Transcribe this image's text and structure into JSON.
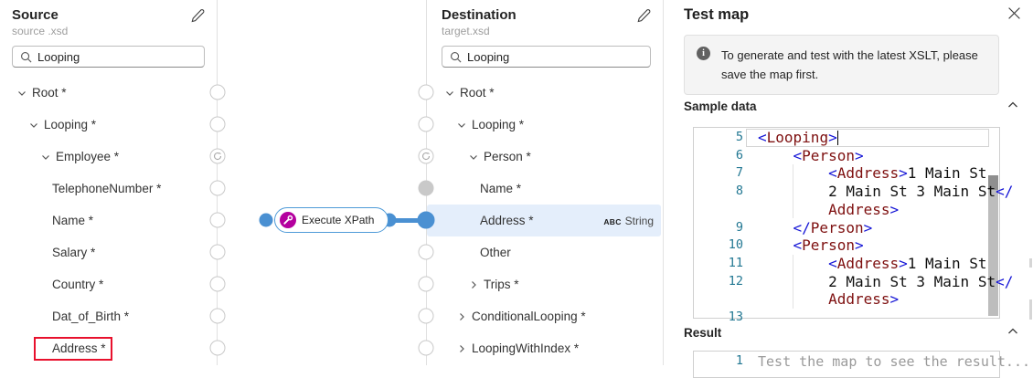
{
  "source_panel": {
    "title": "Source",
    "subtitle": "source .xsd",
    "search_value": "Looping",
    "tree": [
      {
        "label": "Root *",
        "depth": 0,
        "chevron": "down",
        "handle": "empty"
      },
      {
        "label": "Looping *",
        "depth": 1,
        "chevron": "down",
        "handle": "empty"
      },
      {
        "label": "Employee *",
        "depth": 2,
        "chevron": "down",
        "handle": "loop"
      },
      {
        "label": "TelephoneNumber *",
        "depth": 3,
        "chevron": "none",
        "handle": "empty"
      },
      {
        "label": "Name *",
        "depth": 3,
        "chevron": "none",
        "handle": "empty"
      },
      {
        "label": "Salary *",
        "depth": 3,
        "chevron": "none",
        "handle": "empty"
      },
      {
        "label": "Country *",
        "depth": 3,
        "chevron": "none",
        "handle": "empty"
      },
      {
        "label": "Dat_of_Birth *",
        "depth": 3,
        "chevron": "none",
        "handle": "empty"
      },
      {
        "label": "Address *",
        "depth": 3,
        "chevron": "none",
        "handle": "empty",
        "annotated": true
      }
    ]
  },
  "destination_panel": {
    "title": "Destination",
    "subtitle": "target.xsd",
    "search_value": "Looping",
    "tree": [
      {
        "label": "Root *",
        "depth": 0,
        "chevron": "down",
        "handle": "empty"
      },
      {
        "label": "Looping *",
        "depth": 1,
        "chevron": "down",
        "handle": "empty"
      },
      {
        "label": "Person *",
        "depth": 2,
        "chevron": "down",
        "handle": "loop"
      },
      {
        "label": "Name *",
        "depth": 3,
        "chevron": "none",
        "handle": "gray"
      },
      {
        "label": "Address *",
        "depth": 3,
        "chevron": "none",
        "handle": "blue",
        "selected": true,
        "badge": {
          "abc": "ABC",
          "type": "String"
        }
      },
      {
        "label": "Other",
        "depth": 3,
        "chevron": "none",
        "handle": "empty"
      },
      {
        "label": "Trips *",
        "depth": 2,
        "chevron": "right",
        "handle": "empty"
      },
      {
        "label": "ConditionalLooping *",
        "depth": 1,
        "chevron": "right",
        "handle": "empty"
      },
      {
        "label": "LoopingWithIndex *",
        "depth": 1,
        "chevron": "right",
        "handle": "empty"
      }
    ]
  },
  "canvas": {
    "function_node": {
      "label": "Execute XPath",
      "icon_color": "#b4009e",
      "border_color": "#4f9bd8"
    }
  },
  "annotation": {
    "color": "#e8112d",
    "target": "Address *"
  },
  "test_panel": {
    "title": "Test map",
    "info_message": "To generate and test with the latest XSLT, please save the map first.",
    "sections": {
      "sample": "Sample data",
      "result": "Result"
    },
    "sample_editor": {
      "rows": [
        {
          "num": "5",
          "text": "<Looping>",
          "current": true,
          "cursor": true
        },
        {
          "num": "6",
          "text": "    <Person>"
        },
        {
          "num": "7",
          "text": "        <Address>1 Main St",
          "guide": true
        },
        {
          "num": "8",
          "text": "        2 Main St 3 Main St</",
          "guide": true
        },
        {
          "num": "",
          "text": "        Address>",
          "guide": true
        },
        {
          "num": "9",
          "text": "    </Person>"
        },
        {
          "num": "10",
          "text": "    <Person>"
        },
        {
          "num": "11",
          "text": "        <Address>1 Main St",
          "guide": true
        },
        {
          "num": "12",
          "text": "        2 Main St 3 Main St</",
          "guide": true
        },
        {
          "num": "",
          "text": "        Address>",
          "guide": true
        },
        {
          "num": "13",
          "text": ""
        }
      ]
    },
    "result_editor": {
      "rows": [
        {
          "num": "1",
          "text": ""
        }
      ],
      "placeholder": "Test the map to see the result..."
    },
    "colors": {
      "line_number": "#237893",
      "tag_name": "#7e1010",
      "delimiter": "#1616d6",
      "handle_blue": "#4a90d2"
    }
  }
}
